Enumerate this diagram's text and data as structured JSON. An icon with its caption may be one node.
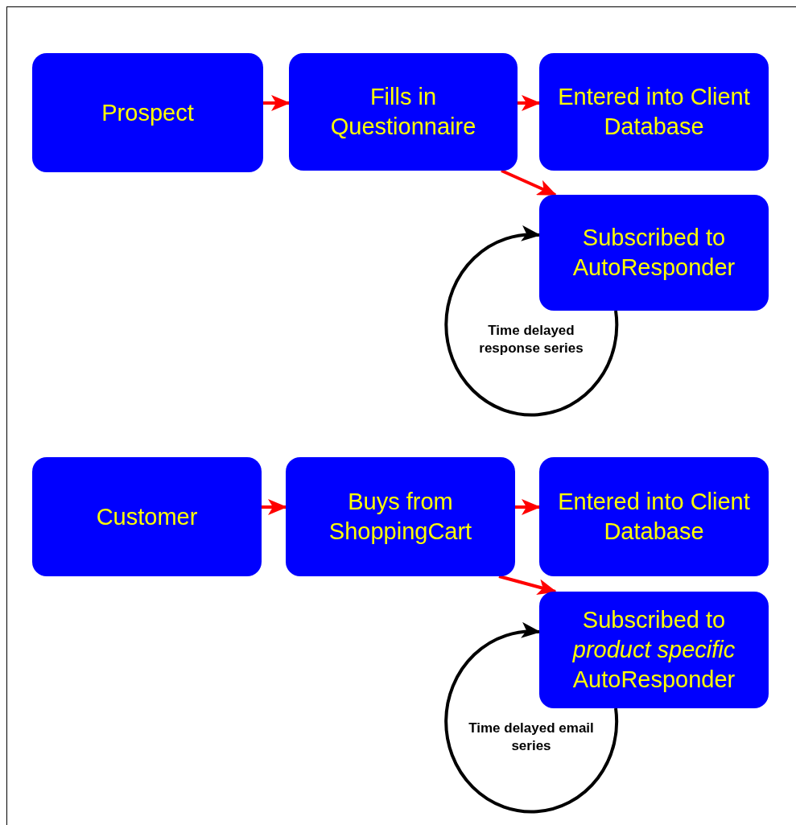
{
  "diagram": {
    "nodes": [
      {
        "text": [
          "Prospect"
        ]
      },
      {
        "text": [
          "Fills in Questionnaire"
        ]
      },
      {
        "text": [
          "Entered into Client Database"
        ]
      },
      {
        "text": [
          "Subscribed to AutoResponder"
        ]
      },
      {
        "text": [
          "Customer"
        ]
      },
      {
        "text": [
          "Buys from ShoppingCart"
        ]
      },
      {
        "text": [
          "Entered into Client Database"
        ]
      },
      {
        "text": [
          "Subscribed to *product specific* AutoResponder"
        ]
      }
    ],
    "edges": [
      {
        "from": 0,
        "to": 1,
        "arrow": "to"
      },
      {
        "from": 1,
        "to": 2,
        "arrow": "to"
      },
      {
        "from": 1,
        "to": 3,
        "arrow": "to"
      },
      {
        "from": 3,
        "to": 3,
        "arrow": "to",
        "label": "Time delayed response series",
        "color": "#000000"
      },
      {
        "from": 4,
        "to": 5,
        "arrow": "to"
      },
      {
        "from": 5,
        "to": 6,
        "arrow": "to"
      },
      {
        "from": 5,
        "to": 7,
        "arrow": "to"
      },
      {
        "from": 7,
        "to": 7,
        "arrow": "to",
        "label": "Time delayed email series",
        "color": "#000000"
      }
    ]
  }
}
